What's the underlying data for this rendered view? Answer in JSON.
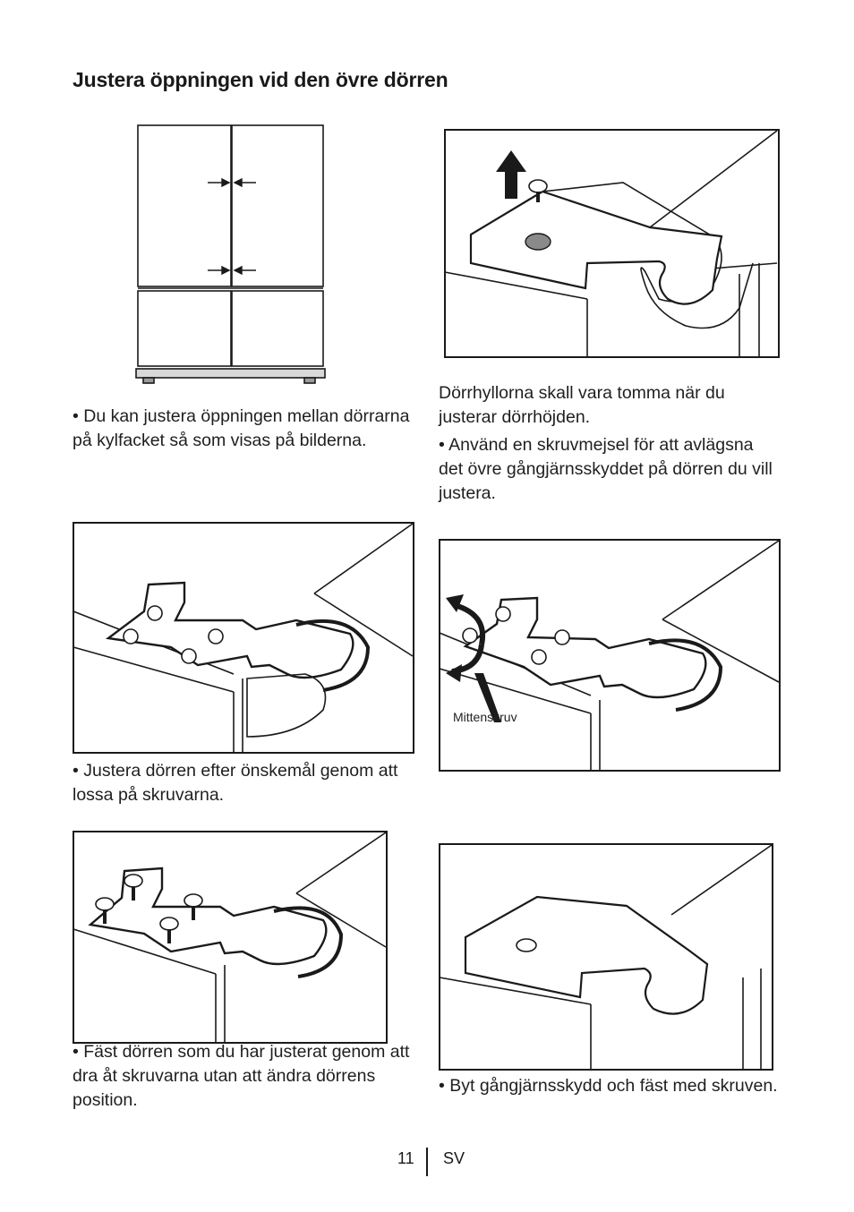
{
  "page": {
    "title": "Justera öppningen vid den övre dörren",
    "page_number": "11",
    "language_code": "SV"
  },
  "steps": {
    "s1": {
      "text": "• Du kan justera öppningen mellan dörrarna på kylfacket så som visas på bilderna."
    },
    "s2": {
      "text_a": "Dörrhyllorna skall vara tomma när du justerar dörrhöjden.",
      "text_b": "• Använd en skruvmejsel för att avlägsna det övre gångjärnsskyddet på dörren du vill justera."
    },
    "s3": {
      "text": "• Justera dörren efter önskemål genom att lossa på skruvarna."
    },
    "s4": {
      "callout": "Mittenskruv"
    },
    "s5": {
      "text": "• Fäst dörren som du har justerat genom att dra åt skruvarna utan att ändra dörrens position."
    },
    "s6": {
      "text": "• Byt gångjärnsskydd och fäst med skruven."
    }
  },
  "icons": [
    "arrow-up-icon",
    "rotate-arrows-icon",
    "gap-arrows-icon",
    "screw-icon"
  ],
  "colors": {
    "ink": "#1a1a1a",
    "paper": "#ffffff",
    "cap": "#8a8a8a"
  }
}
